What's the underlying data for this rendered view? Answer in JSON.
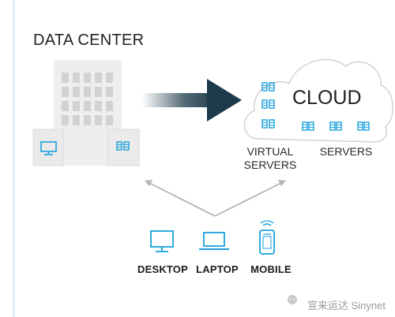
{
  "labels": {
    "data_center": "DATA CENTER",
    "cloud": "CLOUD",
    "virtual_servers": "VIRTUAL\nSERVERS",
    "servers": "SERVERS"
  },
  "devices": [
    {
      "label": "DESKTOP",
      "icon": "desktop-icon"
    },
    {
      "label": "LAPTOP",
      "icon": "laptop-icon"
    },
    {
      "label": "MOBILE",
      "icon": "mobile-icon"
    }
  ],
  "watermark": "宣来运达 Sinynet",
  "colors": {
    "accent": "#1aa0dc",
    "building": "#eeeeee",
    "window": "#d2d2d2",
    "arrow_dark": "#1d3a4a",
    "connector": "#b3b3b3",
    "cloud_outline": "#d0d0d0"
  }
}
